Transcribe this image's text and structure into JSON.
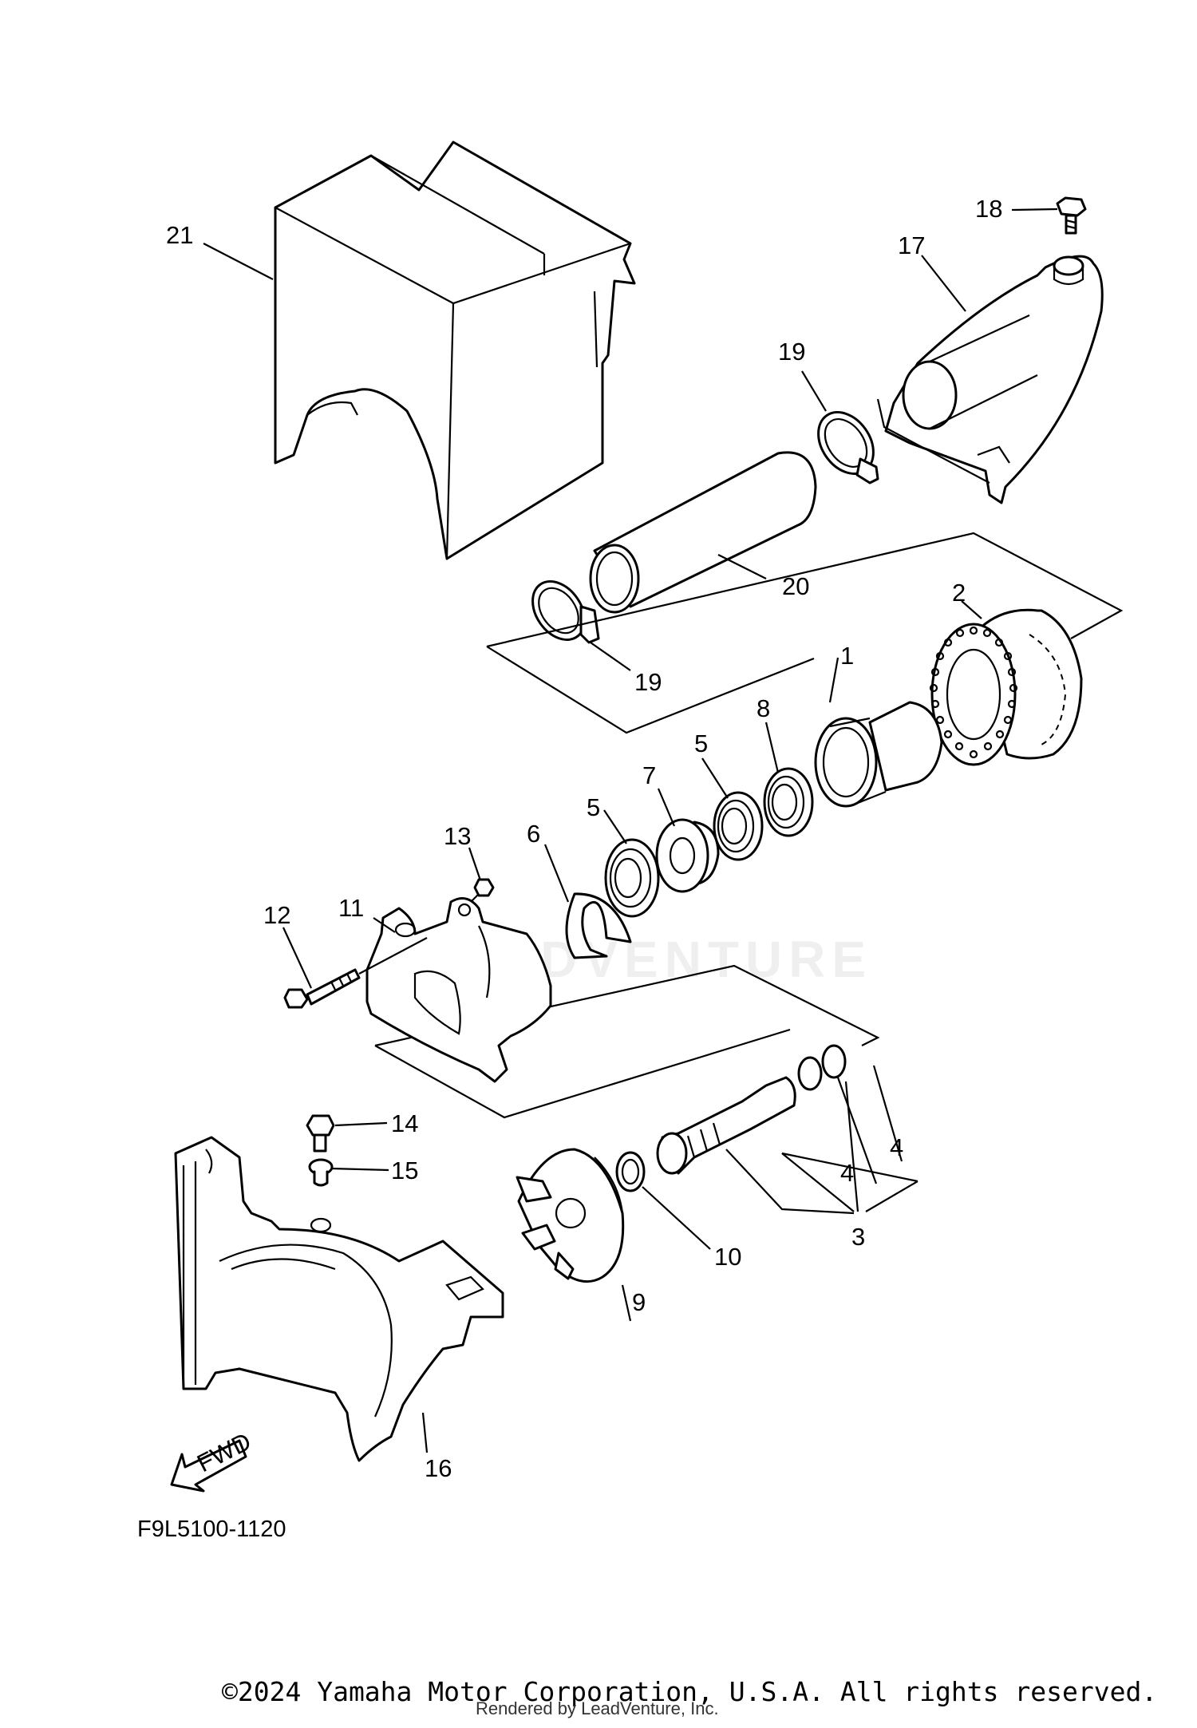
{
  "diagram": {
    "code": "F9L5100-1120",
    "direction_label": "FWD",
    "watermark": "LEADVENTURE",
    "copyright": "©2024 Yamaha Motor Corporation, U.S.A. All rights reserved.",
    "rendered_by": "Rendered by LeadVenture, Inc."
  },
  "callouts": [
    {
      "id": "c1",
      "label": "1"
    },
    {
      "id": "c2",
      "label": "2"
    },
    {
      "id": "c3",
      "label": "3"
    },
    {
      "id": "c4a",
      "label": "4"
    },
    {
      "id": "c4b",
      "label": "4"
    },
    {
      "id": "c5a",
      "label": "5"
    },
    {
      "id": "c5b",
      "label": "5"
    },
    {
      "id": "c6",
      "label": "6"
    },
    {
      "id": "c7",
      "label": "7"
    },
    {
      "id": "c8",
      "label": "8"
    },
    {
      "id": "c9",
      "label": "9"
    },
    {
      "id": "c10",
      "label": "10"
    },
    {
      "id": "c11",
      "label": "11"
    },
    {
      "id": "c12",
      "label": "12"
    },
    {
      "id": "c13",
      "label": "13"
    },
    {
      "id": "c14",
      "label": "14"
    },
    {
      "id": "c15",
      "label": "15"
    },
    {
      "id": "c16",
      "label": "16"
    },
    {
      "id": "c17",
      "label": "17"
    },
    {
      "id": "c18",
      "label": "18"
    },
    {
      "id": "c19a",
      "label": "19"
    },
    {
      "id": "c19b",
      "label": "19"
    },
    {
      "id": "c20",
      "label": "20"
    },
    {
      "id": "c21",
      "label": "21"
    }
  ]
}
